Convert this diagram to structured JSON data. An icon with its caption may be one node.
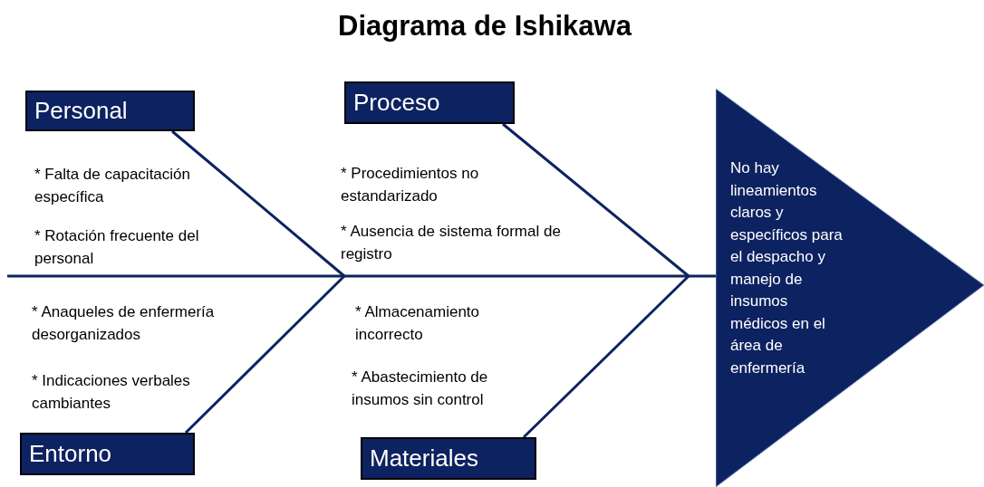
{
  "diagram": {
    "title": "Diagrama de Ishikawa",
    "nodes": [
      {
        "text": [
          "Personal"
        ]
      },
      {
        "text": [
          "Proceso"
        ]
      },
      {
        "text": [
          "Entorno"
        ]
      },
      {
        "text": [
          "Materiales"
        ]
      },
      {
        "text": [
          "No hay lineamientos claros y específicos para el despacho y manejo de insumos médicos en el área de enfermería"
        ]
      }
    ],
    "edges": [
      {
        "from": 0,
        "to": null,
        "arrow": "none"
      },
      {
        "from": 1,
        "to": null,
        "arrow": "none"
      },
      {
        "from": 2,
        "to": null,
        "arrow": "none"
      },
      {
        "from": 3,
        "to": null,
        "arrow": "none"
      },
      {
        "from": null,
        "to": 4,
        "arrow": "none"
      }
    ],
    "labels": [
      "* Falta de capacitación específica",
      "* Rotación frecuente del personal",
      "* Procedimientos no estandarizado",
      "* Ausencia de sistema formal de registro",
      "* Anaqueles de enfermería desorganizados",
      "* Indicaciones verbales cambiantes",
      "* Almacenamiento incorrecto",
      "* Abastecimiento  de insumos sin control"
    ]
  }
}
